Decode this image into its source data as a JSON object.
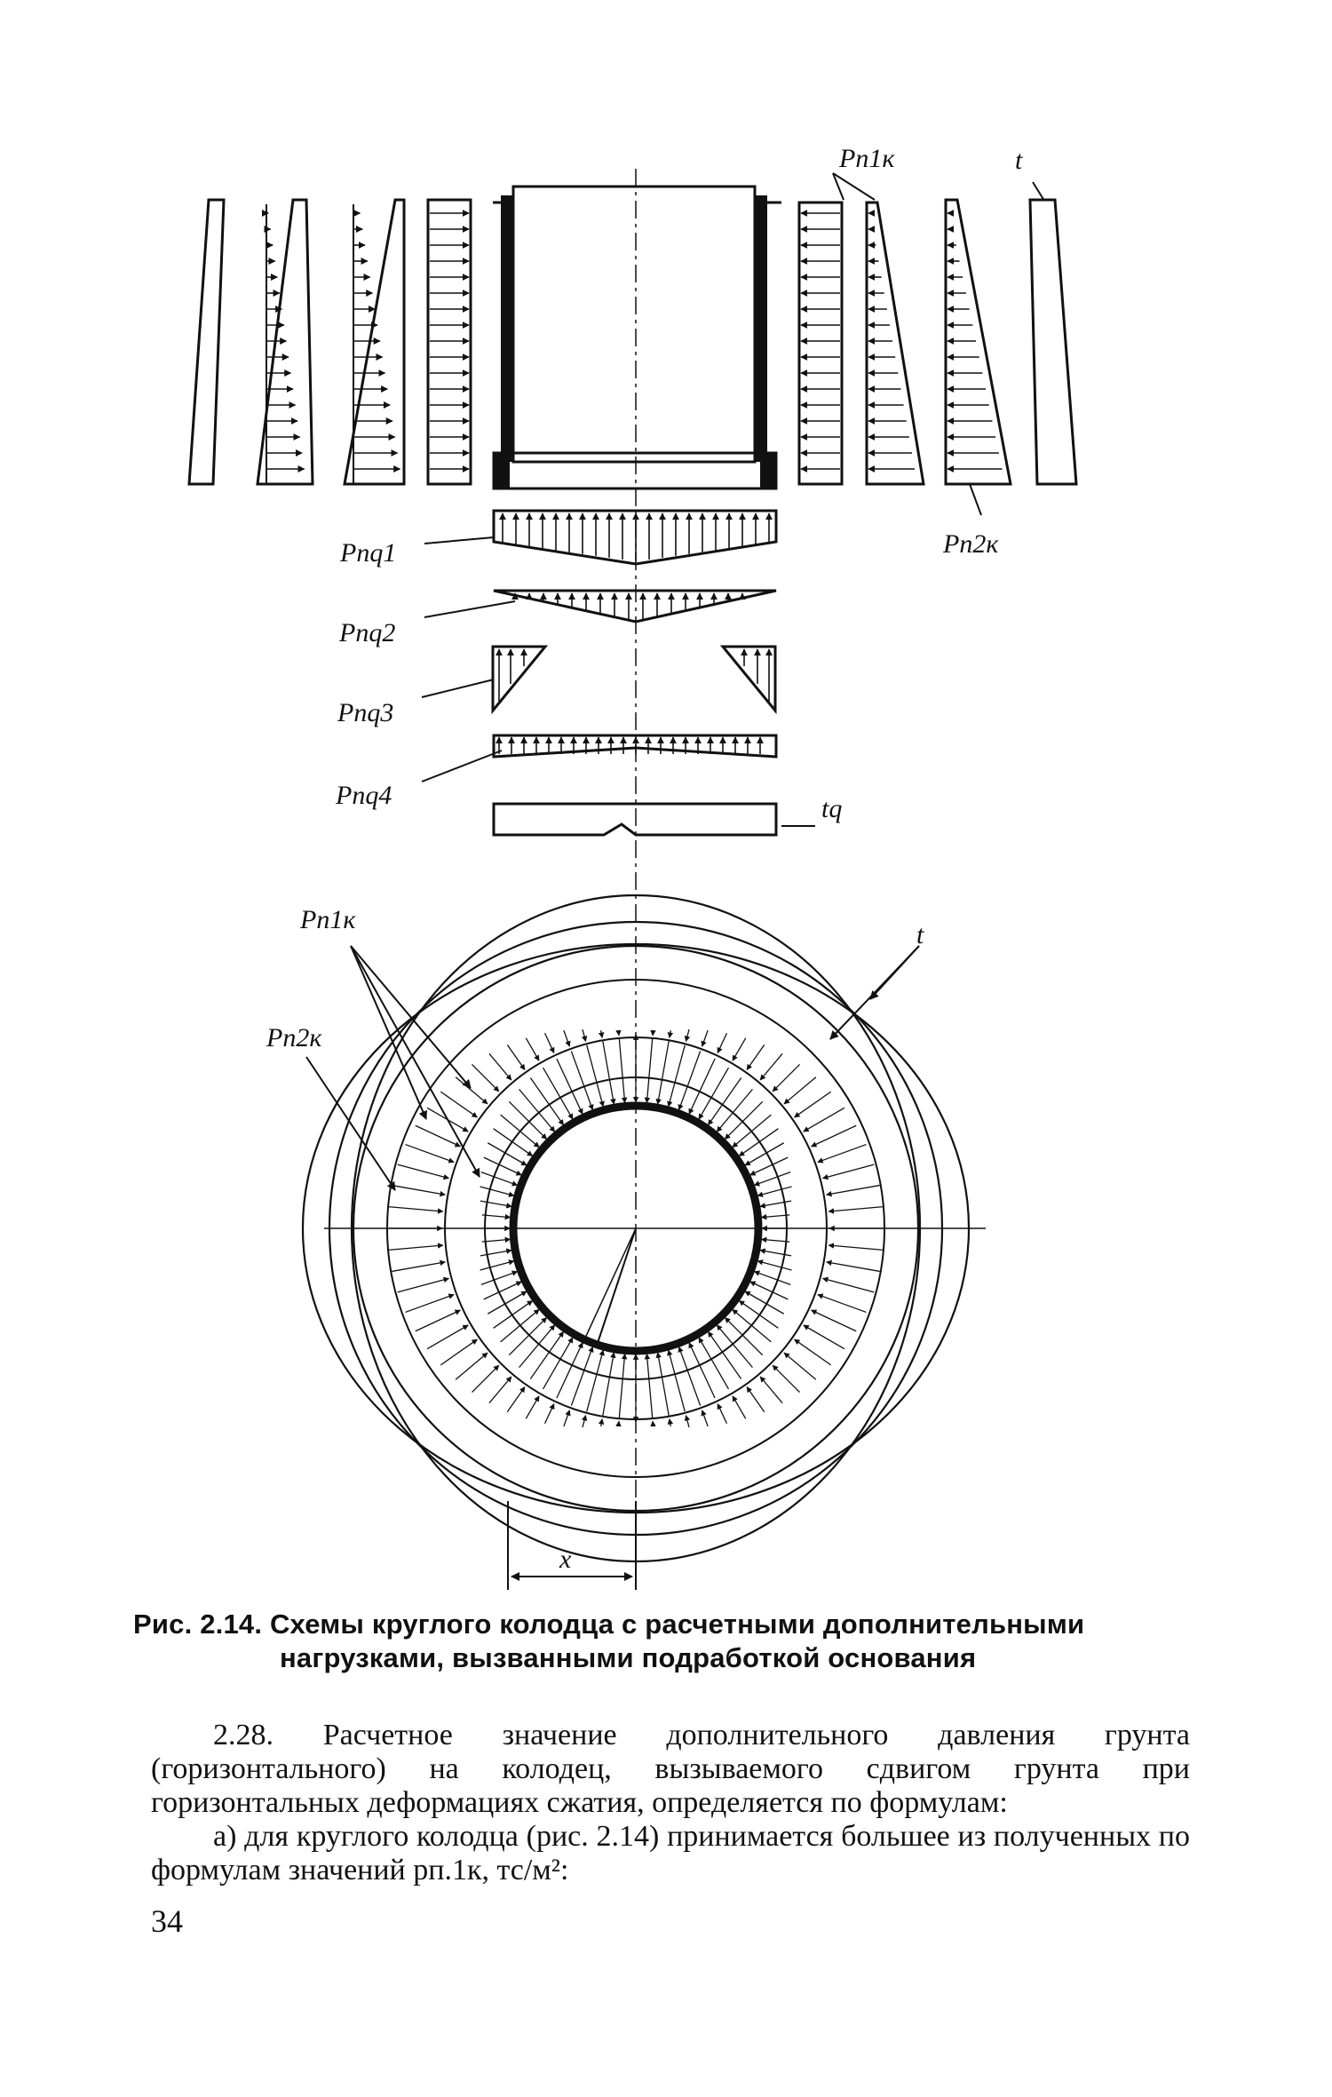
{
  "figure": {
    "labels": {
      "p1k_top": "Pп1к",
      "t_top": "t",
      "p2k_right": "Pп2к",
      "pnq1": "Pпq1",
      "pnq2": "Pпq2",
      "pnq3": "Pпq3",
      "pnq4": "Pпq4",
      "tq": "tq",
      "p1k_plan": "Pп1к",
      "p2k_plan": "Pп2к",
      "t_plan": "t",
      "x_dim": "x"
    }
  },
  "caption": {
    "line1": "Рис. 2.14. Схемы круглого колодца с расчетными дополнительными",
    "line2": "нагрузками, вызванными подработкой основания"
  },
  "body": {
    "para1": "2.28. Расчетное значение дополнительного давления грунта (горизонтального) на колодец, вызываемого сдвигом грунта при горизонтальных деформациях сжатия, определяется по формулам:",
    "para2": "а) для круглого колодца (рис. 2.14) принимается большее из полученных по формулам значений pп.1к, тс/м²:"
  },
  "page_number": "34"
}
